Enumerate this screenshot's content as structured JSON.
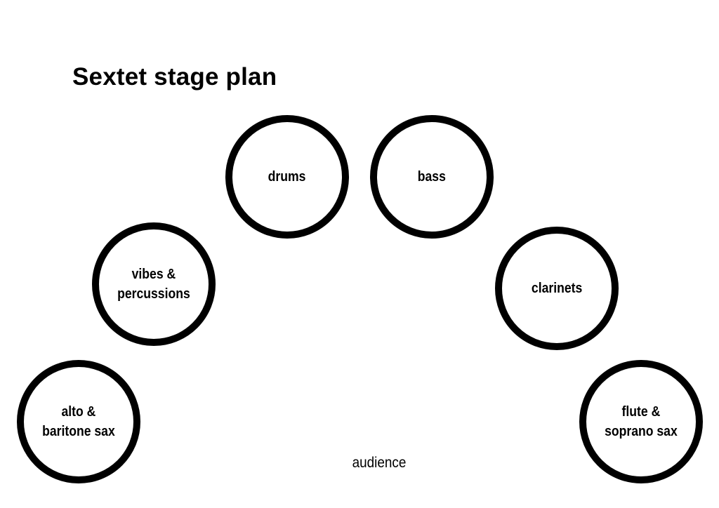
{
  "title": "Sextet stage plan",
  "positions": [
    {
      "id": "drums",
      "label": "drums"
    },
    {
      "id": "bass",
      "label": "bass"
    },
    {
      "id": "vibes",
      "label": "vibes &\npercussions"
    },
    {
      "id": "clarinets",
      "label": "clarinets"
    },
    {
      "id": "alto",
      "label": "alto &\nbaritone sax"
    },
    {
      "id": "flute",
      "label": "flute &\nsoprano sax"
    }
  ],
  "audience_label": "audience"
}
